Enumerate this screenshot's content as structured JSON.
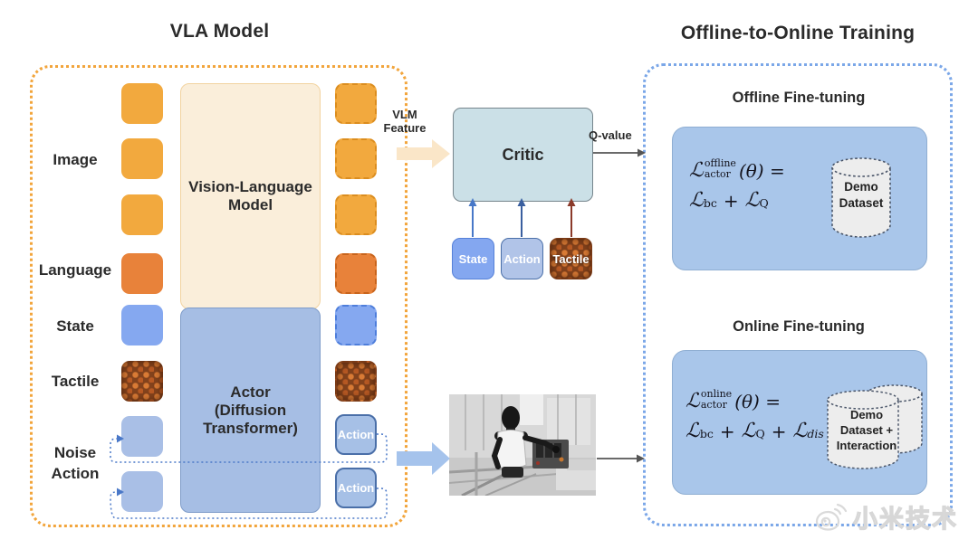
{
  "palette": {
    "text": "#2b2b2b",
    "bd_orange": "#F2A53C",
    "bd_blue": "#7BA7E8",
    "token_orange": "#F2A93E",
    "token_orange_bd": "#DB8D1F",
    "token_dorange": "#E8823A",
    "token_dorange_bd": "#C8641C",
    "token_blue": "#85A8F0",
    "token_blue_bd": "#4E7EDB",
    "noise": "#A9BFE6",
    "tactile_base": "#83421C",
    "tactile_dot": "#D97B35",
    "tactile_bd": "#7A3A16",
    "vlm_bg": "#FAEEDA",
    "vlm_bd": "#F2D3A0",
    "actor_bg": "#A6BEE4",
    "actor_bd": "#7E9CC9",
    "actionbox_bg": "#A6C0E6",
    "actionbox_bd": "#4A6FA8",
    "critic_bg": "#CBE0E7",
    "critic_bd": "#76858C",
    "state_bg": "#84A7F0",
    "state_bd": "#5580D8",
    "actinput_bg": "#B1C4E8",
    "cream": "#FAE6C8",
    "bigblue": "#A5C3EC",
    "gray_arrow": "#555555",
    "arrow_state": "#4878C8",
    "arrow_action": "#3A5F9F",
    "arrow_tactile": "#8B3A2A",
    "loop": "#4A78C8",
    "panel": "#A9C6EA",
    "panel_bd": "#8FAED2",
    "cyl": "#EDEDED",
    "cyl_bd": "#4A5568"
  },
  "vla": {
    "title": "VLA Model",
    "labels": {
      "image": "Image",
      "language": "Language",
      "state": "State",
      "tactile": "Tactile",
      "noise_action": "Noise\nAction"
    },
    "vlm_box": "Vision-Language\nModel",
    "actor_box": "Actor\n(Diffusion\nTransformer)",
    "action_token": "Action"
  },
  "critic": {
    "vlm_feature_label": "VLM\nFeature",
    "label": "Critic",
    "q_value_label": "Q-value",
    "inputs": {
      "state": "State",
      "action": "Action",
      "tactile": "Tactile"
    }
  },
  "training": {
    "title": "Offline-to-Online Training",
    "offline": {
      "heading": "Offline Fine-tuning",
      "formula": {
        "script_l": "ℒ",
        "sup": "offline",
        "sub": "actor",
        "arg": "(θ) =",
        "t1": "ℒ",
        "t1_sub": "bc",
        "op1": "+",
        "t2": "ℒ",
        "t2_sub": "Q"
      },
      "dataset_label": "Demo\nDataset"
    },
    "online": {
      "heading": "Online Fine-tuning",
      "formula": {
        "script_l": "ℒ",
        "sup": "online",
        "sub": "actor",
        "arg": "(θ) =",
        "t1": "ℒ",
        "t1_sub": "bc",
        "op1": "+",
        "t2": "ℒ",
        "t2_sub": "Q",
        "op2": "+",
        "t3": "ℒ",
        "t3_sub": "dis"
      },
      "dataset_label": "Demo\nDataset +\nInteraction"
    }
  },
  "watermark": {
    "text": "小米技术"
  }
}
